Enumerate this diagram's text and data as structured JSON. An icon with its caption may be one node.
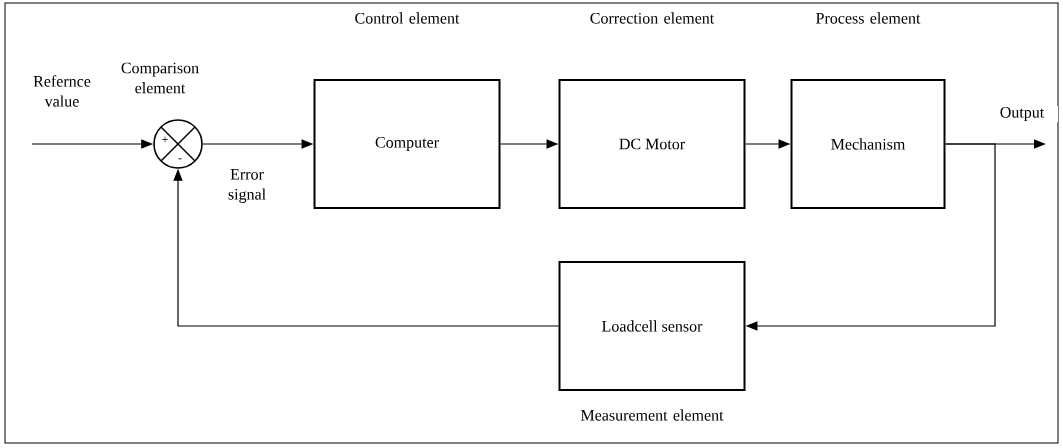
{
  "diagram": {
    "nodes": [
      {
        "text": [],
        "shape": "circle",
        "beside": [
          "Comparison element"
        ]
      },
      {
        "text": [
          "Computer"
        ],
        "beside": [
          "Control element"
        ]
      },
      {
        "text": [
          "DC Motor"
        ],
        "beside": [
          "Correction element"
        ]
      },
      {
        "text": [
          "Mechanism"
        ],
        "beside": [
          "Process element"
        ]
      },
      {
        "text": [
          "Loadcell sensor"
        ],
        "beside": [
          "Measurement element"
        ]
      }
    ],
    "edges": [
      {
        "from": null,
        "to": 0,
        "arrow": "to",
        "label": "Refernce value"
      },
      {
        "from": 0,
        "to": 1,
        "arrow": "to",
        "label": "Error signal"
      },
      {
        "from": 1,
        "to": 2,
        "arrow": "to"
      },
      {
        "from": 2,
        "to": 3,
        "arrow": "to"
      },
      {
        "from": 3,
        "to": null,
        "arrow": "to",
        "label": "Output"
      },
      {
        "from": 3,
        "to": 4,
        "arrow": "to"
      },
      {
        "from": 4,
        "to": 0,
        "arrow": "to"
      }
    ],
    "labels": [
      "+",
      "-"
    ]
  }
}
